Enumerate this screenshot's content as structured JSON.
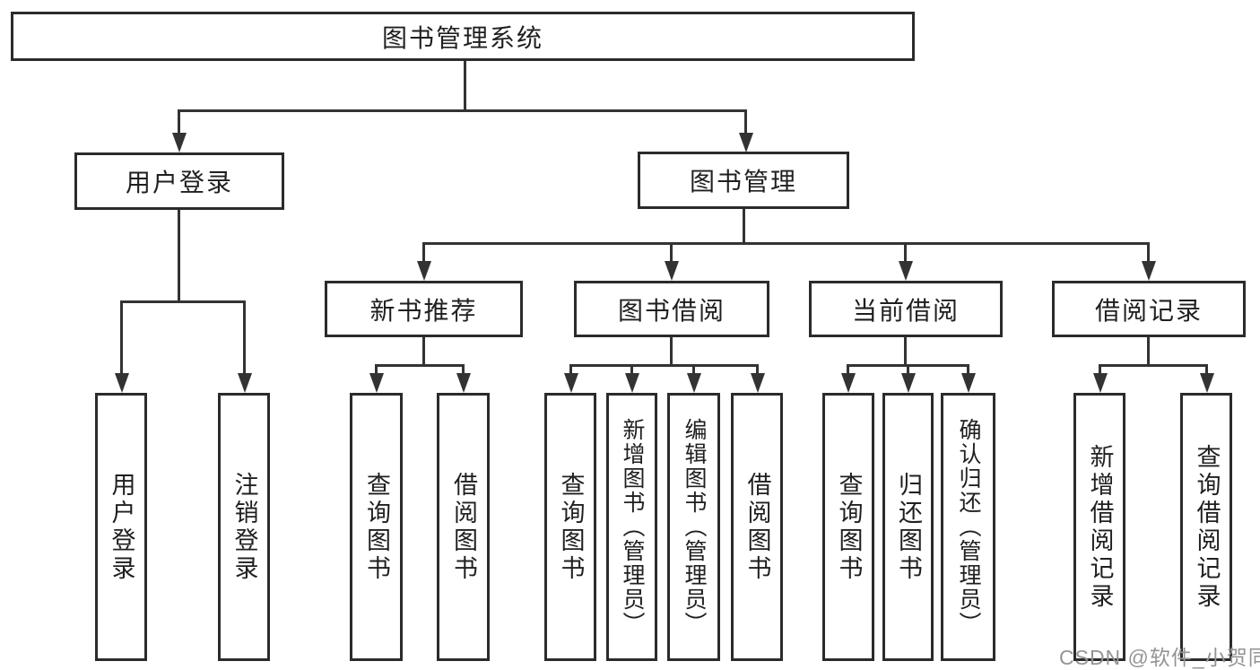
{
  "diagram_title": "图书管理系统",
  "colors": {
    "line": "#333333",
    "box_border": "#2b2b2b",
    "text": "#1f1f1f",
    "watermark": "#949494",
    "background": "#ffffff"
  },
  "nodes": {
    "root": {
      "label": "图书管理系统"
    },
    "user_login": {
      "label": "用户登录"
    },
    "book_mgmt": {
      "label": "图书管理"
    },
    "new_book_rec": {
      "label": "新书推荐"
    },
    "book_borrow": {
      "label": "图书借阅"
    },
    "current_borrow": {
      "label": "当前借阅"
    },
    "borrow_records": {
      "label": "借阅记录"
    },
    "leaf_user_login": {
      "label": "用户登录"
    },
    "leaf_logout": {
      "label": "注销登录"
    },
    "rec_query_book": {
      "label": "查询图书"
    },
    "rec_borrow_book": {
      "label": "借阅图书"
    },
    "bb_query_book": {
      "label": "查询图书"
    },
    "bb_add_book": {
      "label": "新增图书（管理员）"
    },
    "bb_edit_book": {
      "label": "编辑图书（管理员）"
    },
    "bb_borrow_book": {
      "label": "借阅图书"
    },
    "cb_query_book": {
      "label": "查询图书"
    },
    "cb_return_book": {
      "label": "归还图书"
    },
    "cb_confirm_return": {
      "label": "确认归还（管理员）"
    },
    "br_add_record": {
      "label": "新增借阅记录"
    },
    "br_query_record": {
      "label": "查询借阅记录"
    }
  },
  "hierarchy": [
    {
      "parent": "图书管理系统",
      "children": [
        "用户登录",
        "图书管理"
      ]
    },
    {
      "parent": "用户登录",
      "children": [
        "用户登录",
        "注销登录"
      ]
    },
    {
      "parent": "图书管理",
      "children": [
        "新书推荐",
        "图书借阅",
        "当前借阅",
        "借阅记录"
      ]
    },
    {
      "parent": "新书推荐",
      "children": [
        "查询图书",
        "借阅图书"
      ]
    },
    {
      "parent": "图书借阅",
      "children": [
        "查询图书",
        "新增图书（管理员）",
        "编辑图书（管理员）",
        "借阅图书"
      ]
    },
    {
      "parent": "当前借阅",
      "children": [
        "查询图书",
        "归还图书",
        "确认归还（管理员）"
      ]
    },
    {
      "parent": "借阅记录",
      "children": [
        "新增借阅记录",
        "查询借阅记录"
      ]
    }
  ],
  "watermark": {
    "text": "CSDN @软件_小贺同学"
  }
}
